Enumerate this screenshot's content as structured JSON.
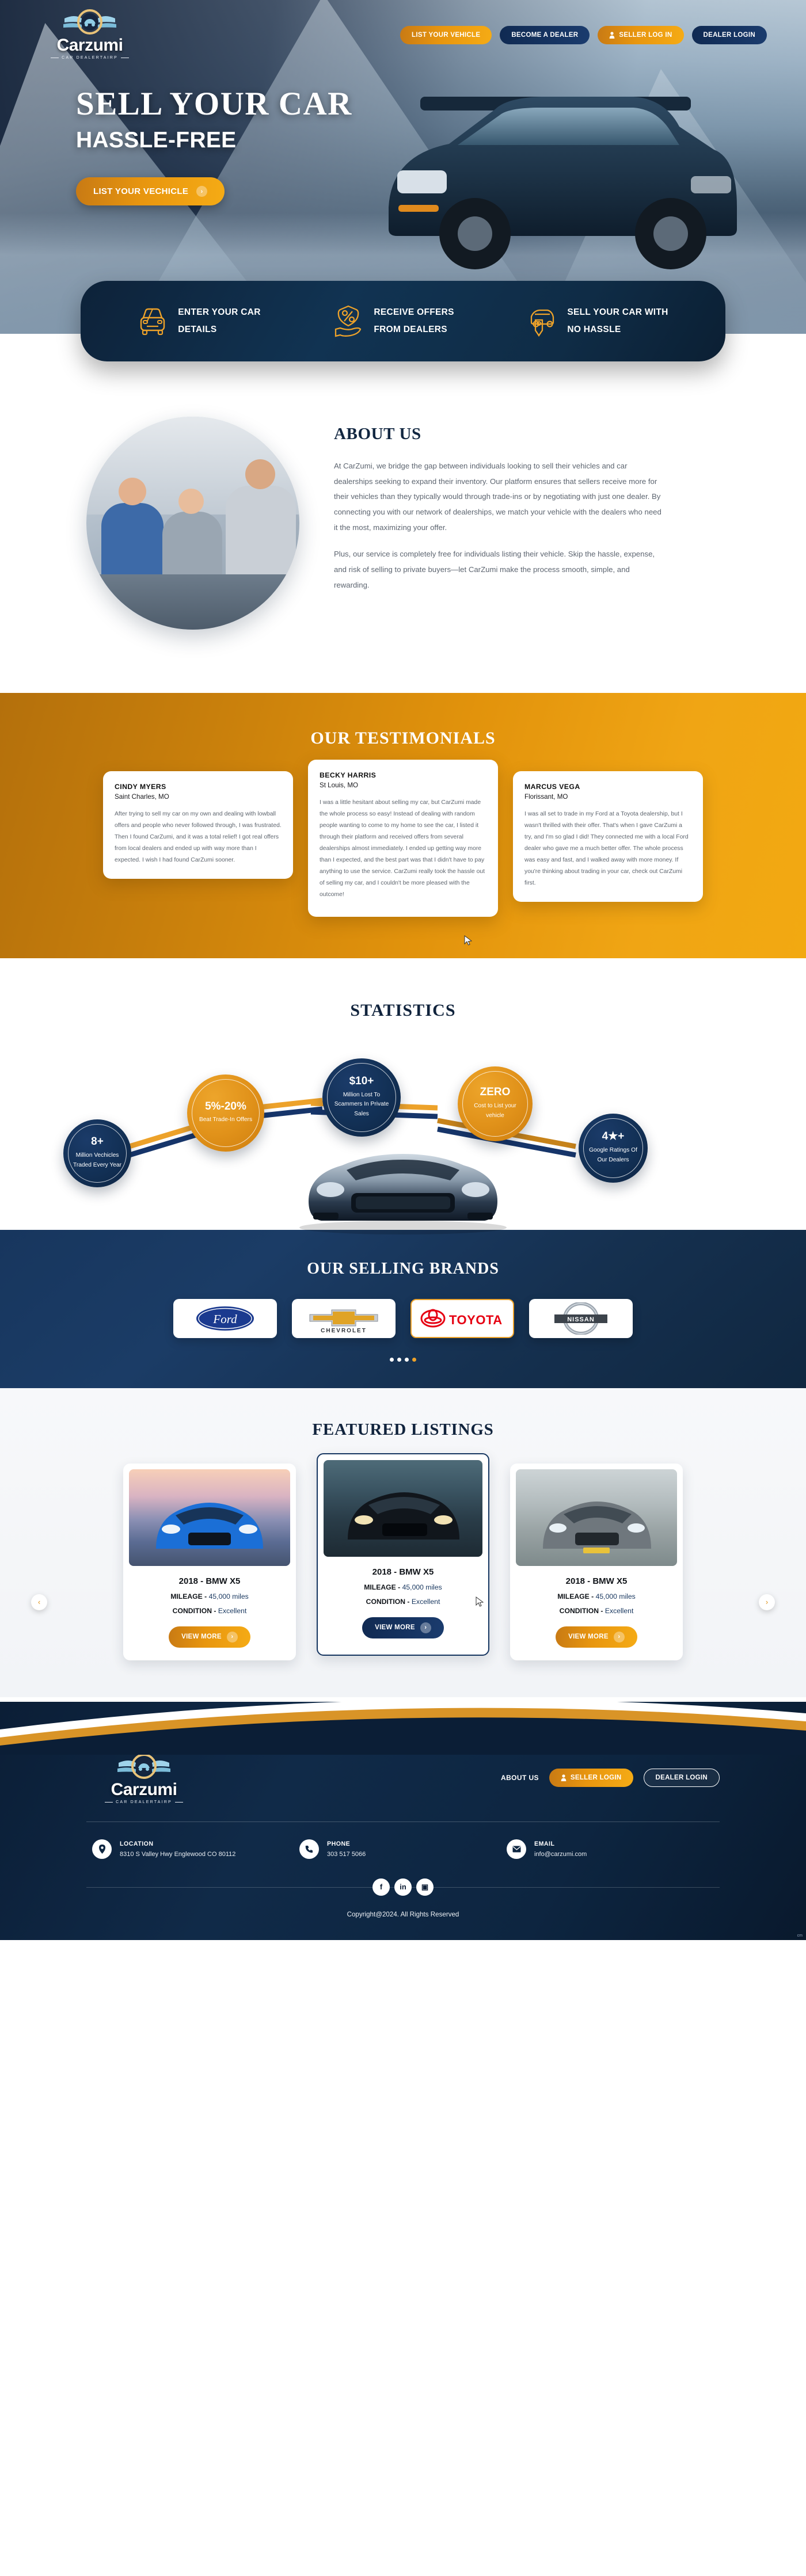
{
  "brand": {
    "name": "Carzumi",
    "tagline": "CAR DEALERTAIRP",
    "colors": {
      "orange": "#eda22a",
      "navy": "#153560",
      "orange_deep": "#c87a14"
    }
  },
  "nav": {
    "buttons": [
      {
        "label": "LIST YOUR VEHICLE",
        "style": "orange",
        "icon": ""
      },
      {
        "label": "BECOME A DEALER",
        "style": "navy",
        "icon": ""
      },
      {
        "label": "SELLER LOG IN",
        "style": "orange",
        "icon": "user-icon"
      },
      {
        "label": "DEALER LOGIN",
        "style": "navy",
        "icon": ""
      }
    ]
  },
  "hero": {
    "title": "SELL YOUR CAR",
    "subtitle": "HASSLE-FREE",
    "cta": "LIST YOUR VECHICLE"
  },
  "steps": [
    {
      "icon": "car-front-icon",
      "line1": "ENTER YOUR CAR",
      "line2": "DETAILS"
    },
    {
      "icon": "percent-hand-icon",
      "line1": "RECEIVE OFFERS",
      "line2": "FROM DEALERS"
    },
    {
      "icon": "car-tag-icon",
      "line1": "SELL YOUR CAR WITH",
      "line2": "NO HASSLE"
    }
  ],
  "about": {
    "title": "ABOUT US",
    "paragraph1": "At CarZumi, we bridge the gap between individuals looking to sell their vehicles and car dealerships seeking to expand their inventory. Our platform ensures that sellers receive more for their vehicles than they typically would through trade-ins or by negotiating with just one dealer. By connecting you with our network of dealerships, we match your vehicle with the dealers who need it the most, maximizing your offer.",
    "paragraph2": "Plus, our service is completely free for individuals listing their vehicle. Skip the hassle, expense, and risk of selling to private buyers—let CarZumi make the process smooth, simple, and rewarding."
  },
  "testimonials": {
    "title": "OUR TESTIMONIALS",
    "items": [
      {
        "name": "CINDY MYERS",
        "location": "Saint Charles, MO",
        "text": "After trying to sell my car on my own and dealing with lowball offers and people who never followed through, I was frustrated. Then I found CarZumi, and it was a total relief! I got real offers from local dealers and ended up with way more than I expected. I wish I had found CarZumi sooner."
      },
      {
        "name": "BECKY HARRIS",
        "location": "St Louis, MO",
        "text": "I was a little hesitant about selling my car, but CarZumi made the whole process so easy! Instead of dealing with random people wanting to come to my home to see the car, I listed it through their platform and received offers from several dealerships almost immediately. I ended up getting way more than I expected, and the best part was that I didn't have to pay anything to use the service. CarZumi really took the hassle out of selling my car, and I couldn't be more pleased with the outcome!"
      },
      {
        "name": "MARCUS VEGA",
        "location": "Florissant, MO",
        "text": "I was all set to trade in my Ford at a Toyota dealership, but I wasn't thrilled with their offer. That's when I gave CarZumi a try, and I'm so glad I did! They connected me with a local Ford dealer who gave me a much better offer. The whole process was easy and fast, and I walked away with more money. If you're thinking about trading in your car, check out CarZumi first."
      }
    ]
  },
  "statistics": {
    "title": "STATISTICS",
    "items": [
      {
        "value": "8+",
        "label": "Million Vechicles Traded Every Year",
        "style": "navy"
      },
      {
        "value": "5%-20%",
        "label": "Beat Trade-In Offers",
        "style": "orange"
      },
      {
        "value": "$10+",
        "label": "Million Lost To Scammers In Private Sales",
        "style": "navy"
      },
      {
        "value": "ZERO",
        "label": "Cost to List your vehicle",
        "style": "orange"
      },
      {
        "value": "4★+",
        "label": "Google Ratings Of Our Dealers",
        "style": "navy"
      }
    ]
  },
  "brands": {
    "title": "OUR SELLING BRANDS",
    "items": [
      {
        "name": "Ford",
        "active": false
      },
      {
        "name": "CHEVROLET",
        "active": false
      },
      {
        "name": "TOYOTA",
        "active": true
      },
      {
        "name": "NISSAN",
        "active": false
      }
    ],
    "dots": 4,
    "active_dot": 3
  },
  "featured": {
    "title": "FEATURED LISTINGS",
    "prev_label": "‹",
    "next_label": "›",
    "cards": [
      {
        "title": "2018 - BMW X5",
        "mileage_label": "MILEAGE - ",
        "mileage_value": "45,000 miles",
        "condition_label": "CONDITION - ",
        "condition_value": "Excellent",
        "button": "VIEW MORE",
        "selected": false,
        "swatch": "blue"
      },
      {
        "title": "2018 - BMW X5",
        "mileage_label": "MILEAGE - ",
        "mileage_value": "45,000 miles",
        "condition_label": "CONDITION - ",
        "condition_value": "Excellent",
        "button": "VIEW MORE",
        "selected": true,
        "swatch": "black"
      },
      {
        "title": "2018 - BMW X5",
        "mileage_label": "MILEAGE - ",
        "mileage_value": "45,000 miles",
        "condition_label": "CONDITION - ",
        "condition_value": "Excellent",
        "button": "VIEW MORE",
        "selected": false,
        "swatch": "grey"
      }
    ]
  },
  "footer": {
    "about_link": "ABOUT US",
    "seller_login": "SELLER LOGIN",
    "dealer_login": "DEALER LOGIN",
    "contacts": [
      {
        "icon": "map-pin-icon",
        "label": "LOCATION",
        "value": "8310 S Valley Hwy Englewood CO 80112"
      },
      {
        "icon": "phone-icon",
        "label": "PHONE",
        "value": "303 517 5066"
      },
      {
        "icon": "envelope-icon",
        "label": "EMAIL",
        "value": "info@carzumi.com"
      }
    ],
    "socials": [
      {
        "icon": "facebook-icon",
        "glyph": "f"
      },
      {
        "icon": "linkedin-icon",
        "glyph": "in"
      },
      {
        "icon": "instagram-icon",
        "glyph": "▣"
      }
    ],
    "copyright": "Copyright@2024. All Rights Reserved",
    "corner": "cm"
  }
}
